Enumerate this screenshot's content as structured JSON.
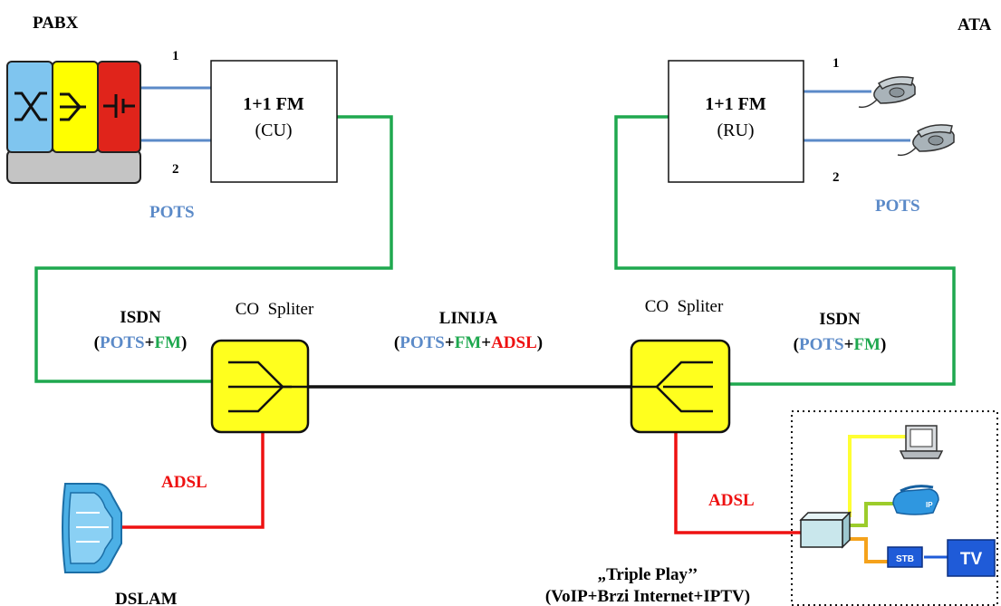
{
  "labels": {
    "pabx": "PABX",
    "ata": "ATA",
    "dslam": "DSLAM",
    "co_spliter_left": "CO  Spliter",
    "co_spliter_right": "CO  Spliter",
    "pots_left": "POTS",
    "pots_right": "POTS",
    "adsl_left": "ADSL",
    "adsl_right": "ADSL",
    "triple_play_title": "„Triple Play’’",
    "triple_play_sub": "(VoIP+Brzi Internet+IPTV)",
    "port_1_left": "1",
    "port_2_left": "2",
    "port_1_right": "1",
    "port_2_right": "2"
  },
  "fm_cu": {
    "title": "1+1 FM",
    "sub": "(CU)"
  },
  "fm_ru": {
    "title": "1+1 FM",
    "sub": "(RU)"
  },
  "isdn_left": {
    "title": "ISDN",
    "open": "(",
    "pots": "POTS",
    "plus": "+",
    "fm": "FM",
    "close": ")"
  },
  "isdn_right": {
    "title": "ISDN",
    "open": "(",
    "pots": "POTS",
    "plus": "+",
    "fm": "FM",
    "close": ")"
  },
  "linija": {
    "title": "LINIJA",
    "open": "(",
    "pots": "POTS",
    "plus1": "+",
    "fm": "FM",
    "plus2": "+",
    "adsl": "ADSL",
    "close": ")"
  },
  "devices": {
    "stb": "STB",
    "tv": "TV",
    "ip": "IP"
  },
  "colors": {
    "pots": "#5b8ac8",
    "fm": "#1fa84f",
    "adsl": "#ee1111",
    "splitter_fill": "#ffff1e",
    "pabx_blue": "#7fc5ef",
    "pabx_yellow": "#ffff00",
    "pabx_red": "#e0241b",
    "tv_blue": "#1f5bd8",
    "orange_line": "#f5a21b",
    "lime_line": "#9ccc2b"
  }
}
